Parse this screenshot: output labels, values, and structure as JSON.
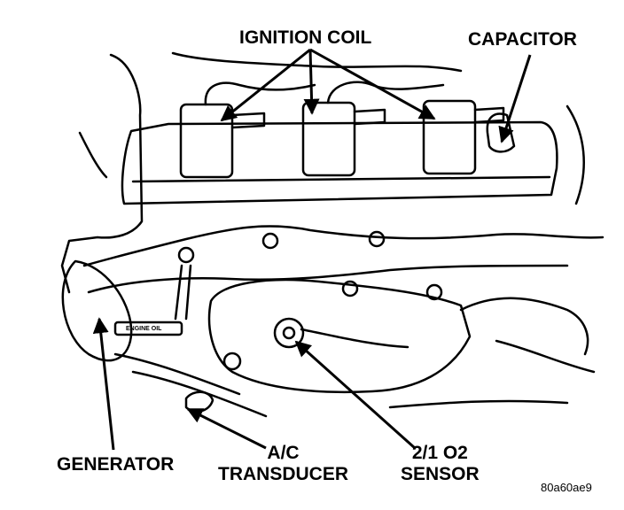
{
  "labels": {
    "ignition_coil": "IGNITION COIL",
    "capacitor": "CAPACITOR",
    "generator": "GENERATOR",
    "ac_transducer_line1": "A/C",
    "ac_transducer_line2": "TRANSDUCER",
    "o2_sensor_line1": "2/1 O2",
    "o2_sensor_line2": "SENSOR",
    "engine_oil_tag": "ENGINE OIL",
    "figure_code": "80a60ae9"
  }
}
